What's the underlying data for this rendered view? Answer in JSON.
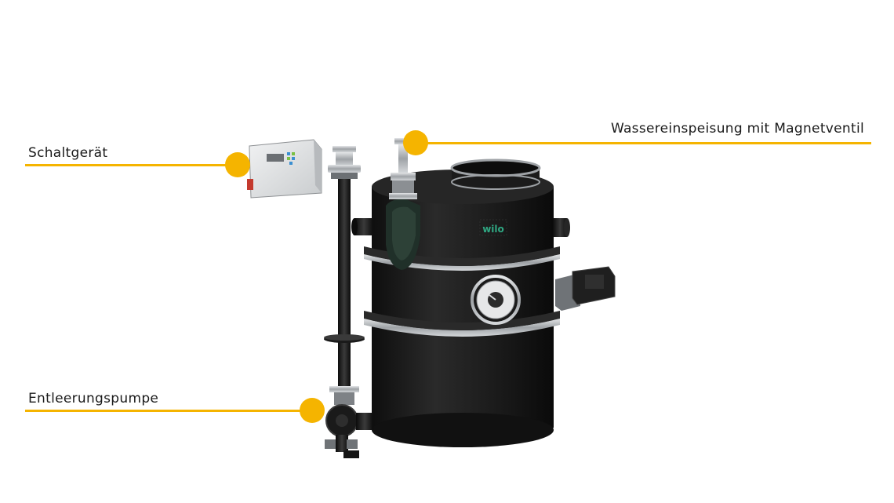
{
  "callouts": {
    "control_unit": "Schaltgerät",
    "drain_pump": "Entleerungspumpe",
    "water_feed": "Wassereinspeisung mit Magnetventil"
  },
  "product": {
    "brand_logo": "wilo"
  },
  "colors": {
    "accent": "#f5b400",
    "tank": "#1d1d1d",
    "steel": "#b9bcbf",
    "logo": "#2fa883"
  }
}
